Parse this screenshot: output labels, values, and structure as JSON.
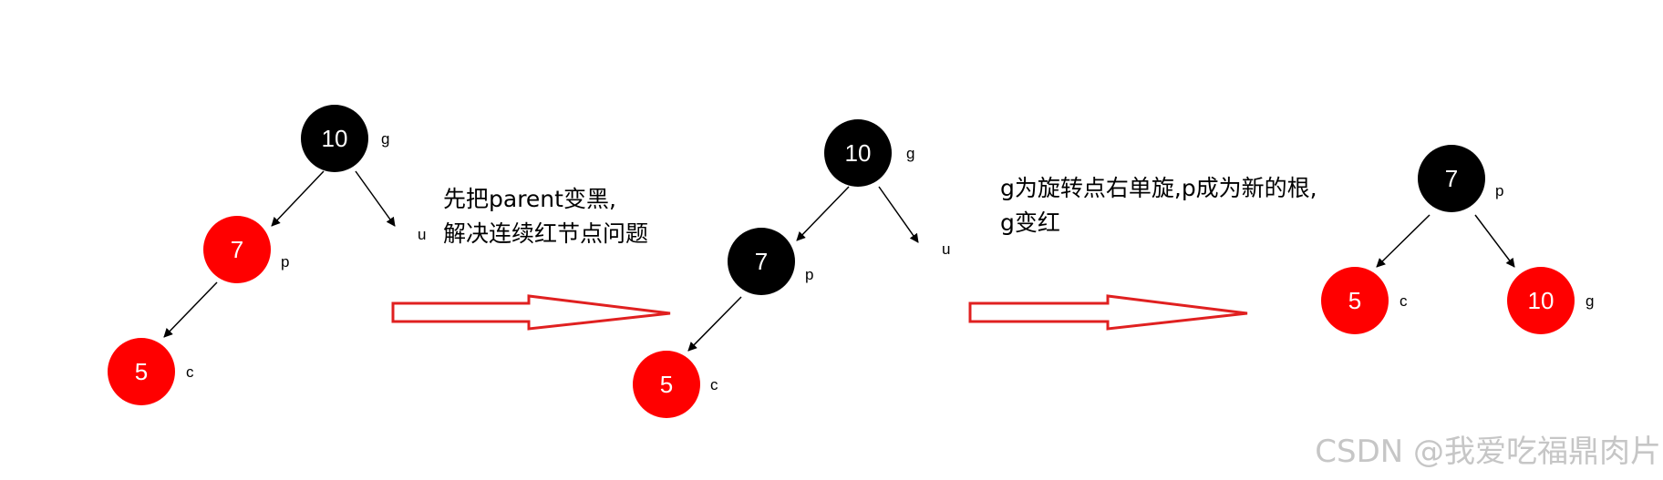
{
  "colors": {
    "red_node": "#ff0000",
    "black_node": "#000000",
    "node_text": "#ffffff",
    "arrow_outline": "#e02020",
    "edge": "#000000",
    "watermark": "#c6c6c6"
  },
  "stages": [
    {
      "nodes": [
        {
          "id": "s1-g",
          "value": "10",
          "label": "g",
          "color": "black"
        },
        {
          "id": "s1-p",
          "value": "7",
          "label": "p",
          "color": "red"
        },
        {
          "id": "s1-c",
          "value": "5",
          "label": "c",
          "color": "red"
        }
      ],
      "uncle_label": "u"
    },
    {
      "nodes": [
        {
          "id": "s2-g",
          "value": "10",
          "label": "g",
          "color": "black"
        },
        {
          "id": "s2-p",
          "value": "7",
          "label": "p",
          "color": "black"
        },
        {
          "id": "s2-c",
          "value": "5",
          "label": "c",
          "color": "red"
        }
      ],
      "uncle_label": "u"
    },
    {
      "nodes": [
        {
          "id": "s3-p",
          "value": "7",
          "label": "p",
          "color": "black"
        },
        {
          "id": "s3-c",
          "value": "5",
          "label": "c",
          "color": "red"
        },
        {
          "id": "s3-g",
          "value": "10",
          "label": "g",
          "color": "red"
        }
      ]
    }
  ],
  "captions": {
    "step1_line1": "先把parent变黑,",
    "step1_line2": "解决连续红节点问题",
    "step2_line1": "g为旋转点右单旋,p成为新的根,",
    "step2_line2": "g变红"
  },
  "watermark": "CSDN @我爱吃福鼎肉片"
}
